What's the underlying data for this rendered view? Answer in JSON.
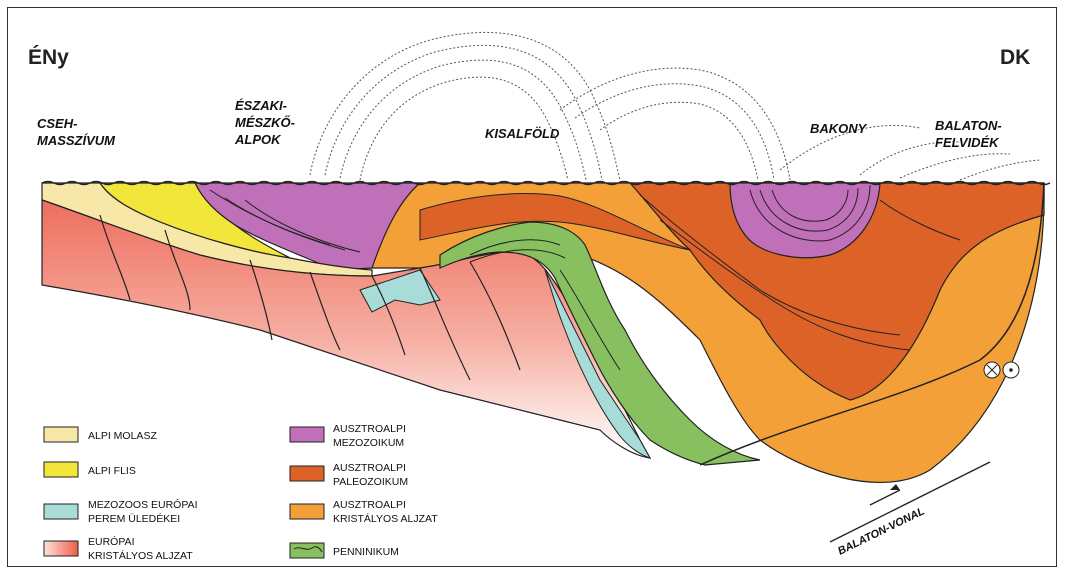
{
  "directions": {
    "left": "ÉNy",
    "right": "DK"
  },
  "regions": [
    {
      "id": "cseh",
      "lines": [
        "CSEH-",
        "MASSZÍVUM"
      ]
    },
    {
      "id": "eszaki",
      "lines": [
        "ÉSZAKI-",
        "MÉSZKŐ-",
        "ALPOK"
      ]
    },
    {
      "id": "kisalfold",
      "lines": [
        "KISALFÖLD"
      ]
    },
    {
      "id": "bakony",
      "lines": [
        "BAKONY"
      ]
    },
    {
      "id": "balaton_felvidek",
      "lines": [
        "BALATON-",
        "FELVIDÉK"
      ]
    }
  ],
  "fault_label": "BALATON-VONAL",
  "legend": [
    {
      "id": "molasz",
      "color": "#f8e8a8",
      "lines": [
        "ALPI MOLASZ"
      ]
    },
    {
      "id": "flis",
      "color": "#f2e63a",
      "lines": [
        "ALPI FLIS"
      ]
    },
    {
      "id": "mezozoos",
      "color": "#a8dcd8",
      "lines": [
        "MEZOZOOS EURÓPAI",
        "PEREM ÜLEDÉKEI"
      ]
    },
    {
      "id": "europai",
      "color": "#f08878",
      "lines": [
        "EURÓPAI",
        "KRISTÁLYOS ALJZAT"
      ]
    },
    {
      "id": "mezozoikum",
      "color": "#c070b8",
      "lines": [
        "AUSZTROALPI",
        "MEZOZOIKUM"
      ]
    },
    {
      "id": "paleozoikum",
      "color": "#dd6228",
      "lines": [
        "AUSZTROALPI",
        "PALEOZOIKUM"
      ]
    },
    {
      "id": "kristalyos",
      "color": "#f4a038",
      "lines": [
        "AUSZTROALPI",
        "KRISTÁLYOS ALJZAT"
      ]
    },
    {
      "id": "penninikum",
      "color": "#88c060",
      "lines": [
        "PENNINIKUM"
      ]
    }
  ]
}
